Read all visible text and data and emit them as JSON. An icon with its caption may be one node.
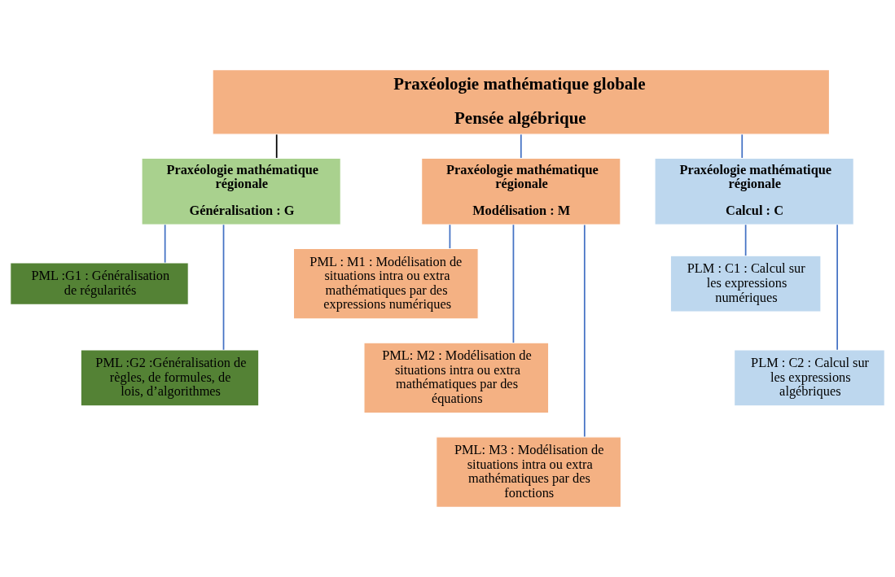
{
  "diagram": {
    "nodes": [
      {
        "text": [
          "Praxéologie mathématique globale",
          "Pensée algébrique"
        ]
      },
      {
        "text": [
          "Praxéologie mathématique régionale",
          "Généralisation : G"
        ]
      },
      {
        "text": [
          "PML :G1 : Généralisation de régularités"
        ]
      },
      {
        "text": [
          "PML :G2 :Généralisation de règles, de formules, de lois, d’algorithmes"
        ]
      },
      {
        "text": [
          "Praxéologie mathématique régionale",
          "Modélisation : M"
        ]
      },
      {
        "text": [
          "PML : M1 : Modélisation de situations intra ou extra mathématiques par des expressions numériques"
        ]
      },
      {
        "text": [
          "PML: M2 : Modélisation de situations intra ou extra mathématiques par des équations"
        ]
      },
      {
        "text": [
          "PML: M3 : Modélisation de situations intra ou extra mathématiques par des fonctions"
        ]
      },
      {
        "text": [
          "Praxéologie mathématique régionale",
          "Calcul : C"
        ]
      },
      {
        "text": [
          "PLM : C1 : Calcul sur les expressions numériques"
        ]
      },
      {
        "text": [
          "PLM : C2 : Calcul sur les expressions algébriques"
        ]
      }
    ],
    "edges": [
      {
        "from": 0,
        "to": 1,
        "arrow": "none",
        "color": "#000000"
      },
      {
        "from": 0,
        "to": 4,
        "arrow": "none"
      },
      {
        "from": 0,
        "to": 8,
        "arrow": "none"
      },
      {
        "from": 1,
        "to": 2,
        "arrow": "none"
      },
      {
        "from": 1,
        "to": 3,
        "arrow": "none"
      },
      {
        "from": 4,
        "to": 5,
        "arrow": "none"
      },
      {
        "from": 4,
        "to": 6,
        "arrow": "none"
      },
      {
        "from": 4,
        "to": 7,
        "arrow": "none"
      },
      {
        "from": 8,
        "to": 9,
        "arrow": "none"
      },
      {
        "from": 8,
        "to": 10,
        "arrow": "none"
      }
    ]
  }
}
